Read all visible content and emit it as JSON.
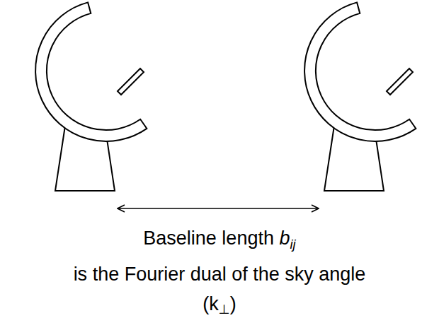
{
  "diagram": {
    "labels": [
      "Baseline length",
      "b",
      "ij",
      "is the Fourier dual of the sky angle",
      "(k",
      "⊥",
      ")"
    ]
  }
}
